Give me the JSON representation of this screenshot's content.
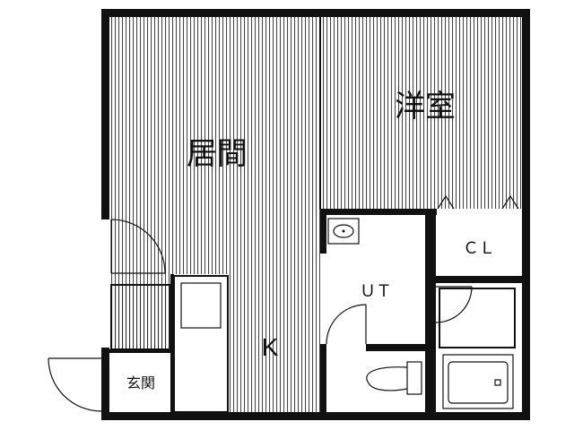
{
  "rooms": {
    "living": "居間",
    "western_room": "洋室",
    "closet": "ＣＬ",
    "utility": "ＵＴ",
    "kitchen": "K",
    "entrance": "玄関"
  },
  "colors": {
    "wall": "#111111",
    "floor_lines": "#222222",
    "background": "#ffffff"
  },
  "icons": {
    "sink": "wash-basin-icon",
    "toilet": "toilet-icon",
    "bathtub": "bathtub-icon",
    "door": "door-swing-icon"
  }
}
